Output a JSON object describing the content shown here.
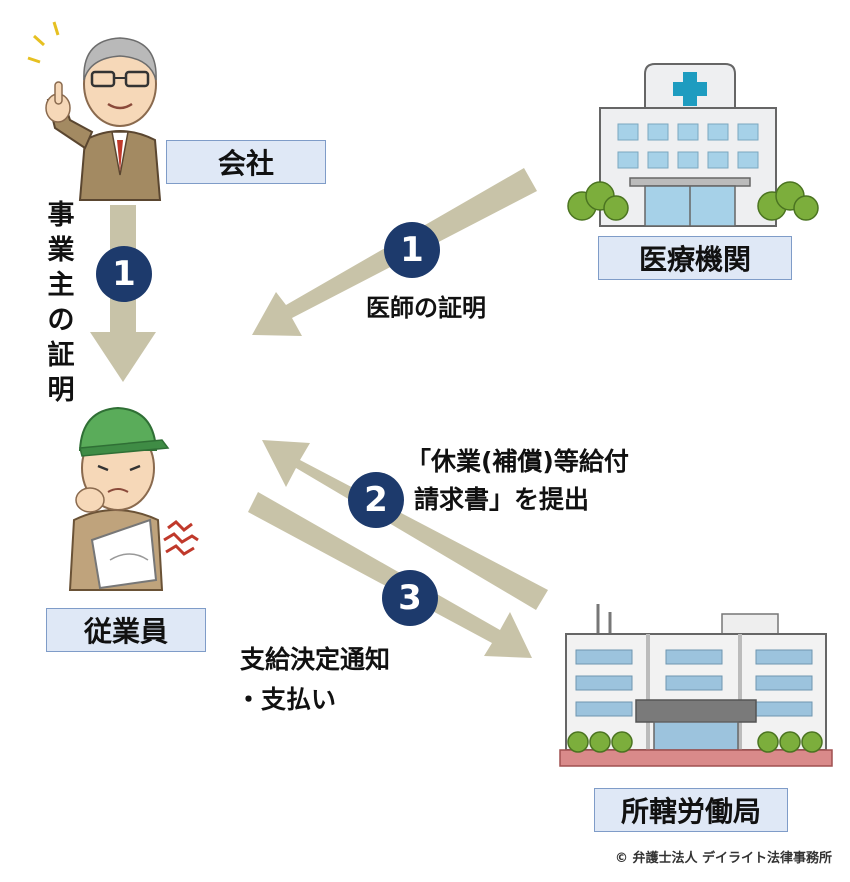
{
  "nodes": {
    "company": "会社",
    "hospital": "医療機関",
    "employee": "従業員",
    "labor_office": "所轄労働局"
  },
  "edges": {
    "employer_cert": {
      "step": "1",
      "label": "事業主の証明"
    },
    "doctor_cert": {
      "step": "1",
      "label": "医師の証明"
    },
    "claim": {
      "step": "2",
      "label_line1": "「休業(補償)等給付",
      "label_line2": "請求書」を提出"
    },
    "payment": {
      "step": "3",
      "label_line1": "支給決定通知",
      "label_line2": "・支払い"
    }
  },
  "copyright": "© 弁護士法人 デイライト法律事務所",
  "colors": {
    "arrow": "#c8c3a8",
    "badge": "#1d3a6c",
    "label_fill": "#dfe8f6",
    "label_border": "#7f9cc8"
  },
  "icons": [
    "manager-illustration",
    "hospital-illustration",
    "injured-worker-illustration",
    "office-building-illustration"
  ]
}
